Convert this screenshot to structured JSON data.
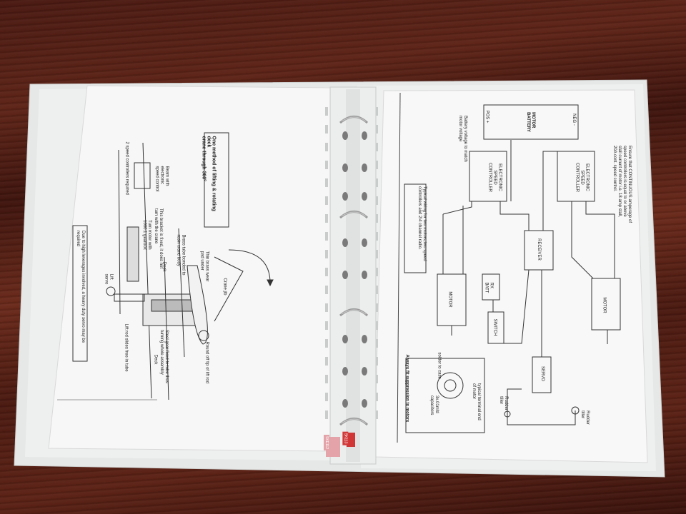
{
  "scene": {
    "description_colors": {
      "wood": "#4a1a12",
      "binder": "#e9ebea",
      "paper": "#f7f7f7",
      "ink": "#222222"
    }
  },
  "left_page": {
    "heading": "One method of lifting & rotating deck\ncrane through 360°",
    "labels": {
      "crane_jib": "Crane jib",
      "thin_brass": "Thin brass wear\npad under",
      "brass_tube": "Brass tube bonded to\nresin crane body",
      "deck_top": "Deck",
      "bracket": "This bracket is fixed, it does not\nturn with the crane",
      "beam": "Beam with\nelectronic\nspeed control",
      "turn_motor": "Turn motor with\n1000:1 gearbox",
      "lift_servo": "Lift\nservo",
      "two_speed": "2 speed controllers required",
      "round_off": "Round off tip of lift rod",
      "steel_gear": "Steel gear fixed to tube thus\nturning whole assembly",
      "lift_rod": "Lift rod slides free in tube",
      "deck_bottom": "Deck",
      "leverage_note": "Due to high leverages involved, a heavy duty servo may be required"
    }
  },
  "right_page": {
    "pos": "POS +",
    "motor_battery": "MOTOR\nBATTERY",
    "neg": "NEG -",
    "battery_voltage": "Battery voltage to match\nmotor voltage",
    "esc_left": "ELECTRONIC\nSPEED\nCONTROLLER",
    "esc_right": "ELECTRONIC\nSPEED\nCONTROLLER",
    "continuous_note": "Ensure that CONTINUOUS amperage of\nspeed controllers is equal to or above\nstall current of motor i.e. 18 amp stall,\n20A cont. speed control.",
    "typical_wiring": "Typical wiring for two motors,two speed\ncontrollers and 2/4 channel radio.",
    "receiver": "RECEIVER",
    "motor_left": "MOTOR",
    "motor_right": "MOTOR",
    "rx_batt": "RX\nBATT",
    "switch": "SWITCH",
    "servo": "SERVO",
    "rudder_tiller_1": "Rudder\ntiller",
    "rudder_tiller_2": "Rudder\ntiller",
    "suppression_title": "Always fit suppression to motors",
    "solder_case": "solder to case",
    "capacitors": "3x.01mfd\ncapacitors",
    "typical_terminal": "typical terminal end\nof motor"
  },
  "stickers": {
    "left_sticker": "SKE112",
    "right_sticker": "SK113"
  }
}
